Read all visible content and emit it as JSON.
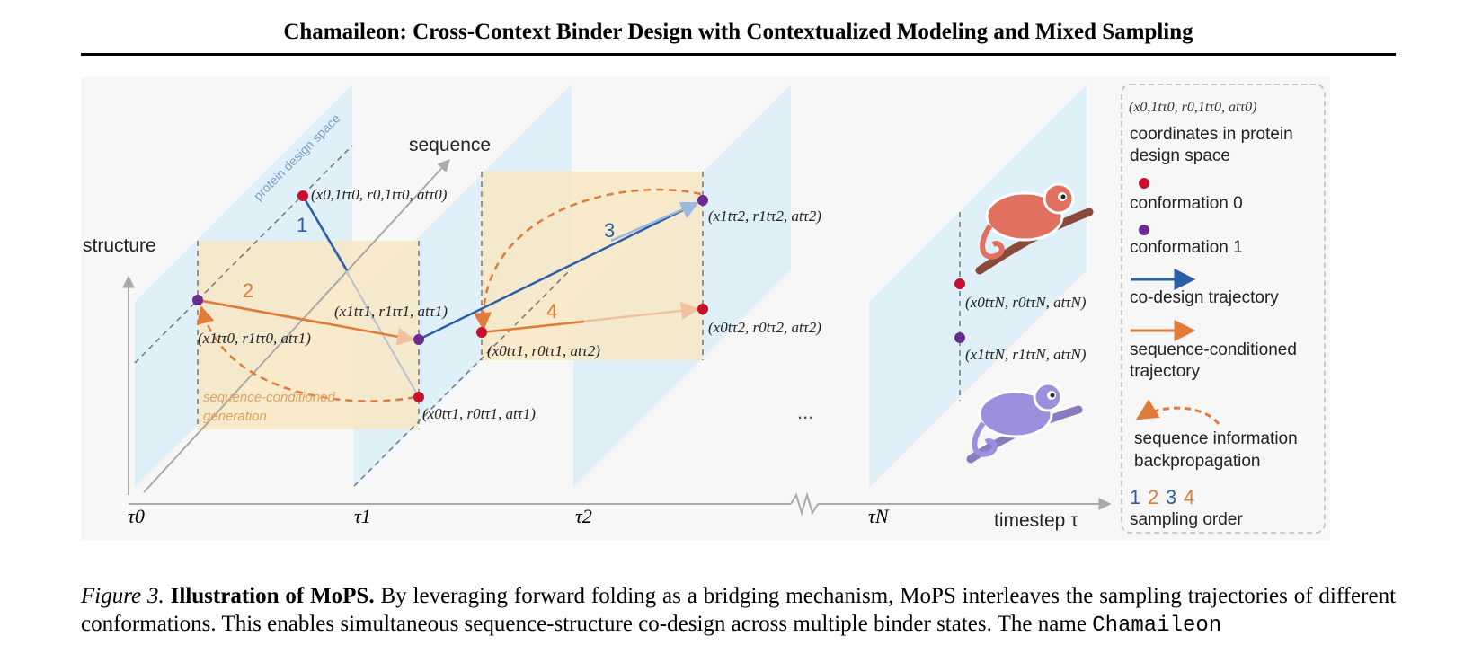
{
  "header": {
    "title": "Chamaileon: Cross-Context Binder Design with Contextualized Modeling and Mixed Sampling"
  },
  "figure": {
    "axes": {
      "structure": "structure",
      "sequence": "sequence",
      "timestep": "timestep τ",
      "plane_label": "protein design space"
    },
    "ticks": {
      "t0": "τ0",
      "t1": "τ1",
      "t2": "τ2",
      "tN": "τN",
      "ellipsis": "..."
    },
    "points": {
      "p0_top": "(x0,1tτ0, r0,1tτ0, atτ0)",
      "p0_low": "(x1tτ0, r1tτ0, atτ1)",
      "p1_top": "(x1tτ1, r1tτ1, atτ1)",
      "p1_low": "(x0tτ1, r0tτ1, atτ1)",
      "p1_mid": "(x0tτ1, r0tτ1, atτ2)",
      "p2_top": "(x1tτ2, r1tτ2, atτ2)",
      "p2_low": "(x0tτ2, r0tτ2, atτ2)",
      "pN_top": "(x0tτN, r0tτN, atτN)",
      "pN_low": "(x1tτN, r1tτN, atτN)"
    },
    "step_numbers": {
      "s1": "1",
      "s2": "2",
      "s3": "3",
      "s4": "4"
    },
    "seq_gen_label": [
      "sequence-conditioned",
      "generation"
    ],
    "legend": {
      "coord_symbol": "(x0,1tτ0, r0,1tτ0, atτ0)",
      "coord_text": [
        "coordinates in protein",
        "design space"
      ],
      "conf0": "conformation 0",
      "conf1": "conformation 1",
      "codesign": "co-design trajectory",
      "seqcond": [
        "sequence-conditioned",
        "trajectory"
      ],
      "backprop": [
        "sequence information",
        "backpropagation"
      ],
      "order_digits": [
        "1",
        "2",
        "3",
        "4"
      ],
      "order_text": "sampling order"
    },
    "colors": {
      "conf0": "#c8102e",
      "conf1": "#6a2c91",
      "codesign": "#2a5ea8",
      "seqcond": "#e07b39",
      "plane": "#dbeef9",
      "seqbox": "#fbe5bd"
    }
  },
  "caption": {
    "label": "Figure 3.",
    "heading": "Illustration of MoPS.",
    "text1": "By leveraging forward folding as a bridging mechanism, MoPS interleaves the sampling trajectories of different conformations. This enables simultaneous sequence-structure co-design across multiple binder states. The name",
    "name": "Chamaileon"
  }
}
